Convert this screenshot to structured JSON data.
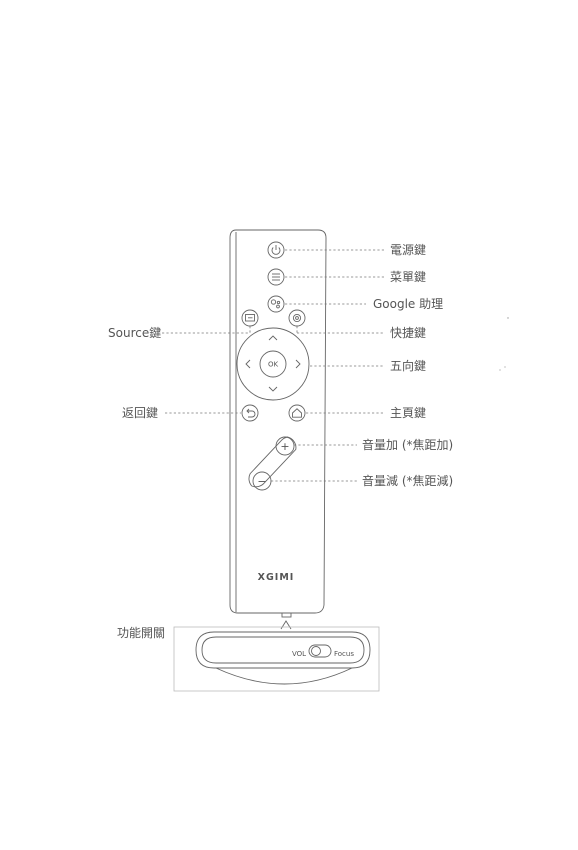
{
  "labels": {
    "power": "電源鍵",
    "menu": "菜單鍵",
    "google": "Google 助理",
    "source": "Source鍵",
    "shortcut": "快捷鍵",
    "dpad": "五向鍵",
    "back": "返回鍵",
    "home": "主頁鍵",
    "vol_up": "音量加 (*焦距加)",
    "vol_down": "音量減 (*焦距減)",
    "function_switch": "功能開關"
  },
  "remote": {
    "brand": "XGIMI",
    "ok_label": "OK",
    "plus": "+",
    "minus": "−"
  },
  "switch": {
    "left": "VOL",
    "right": "Focus"
  }
}
